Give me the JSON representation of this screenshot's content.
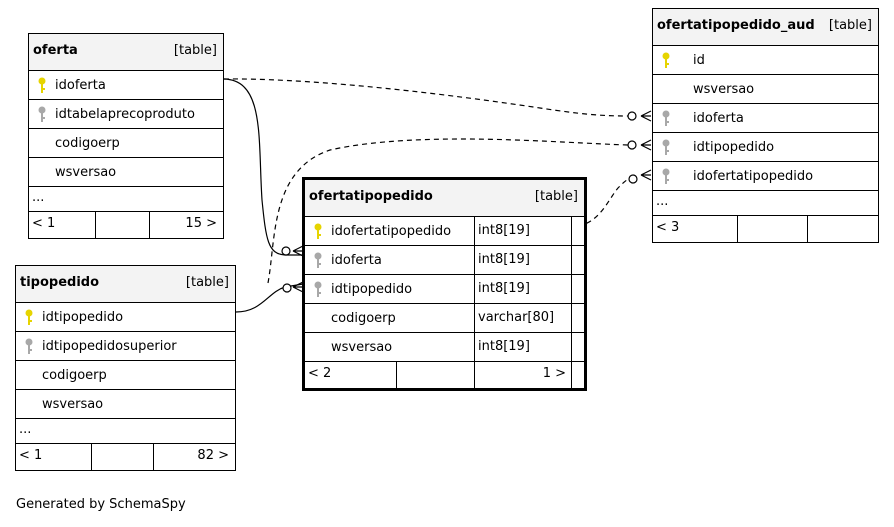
{
  "footer_credit": "Generated by SchemaSpy",
  "tables": {
    "oferta": {
      "name": "oferta",
      "type": "[table]",
      "columns": [
        {
          "name": "idoferta",
          "key": "primary"
        },
        {
          "name": "idtabelaprecoproduto",
          "key": "foreign"
        },
        {
          "name": "codigoerp",
          "key": ""
        },
        {
          "name": "wsversao",
          "key": ""
        }
      ],
      "ellipsis": "...",
      "footer_left": "< 1",
      "footer_right": "15 >"
    },
    "tipopedido": {
      "name": "tipopedido",
      "type": "[table]",
      "columns": [
        {
          "name": "idtipopedido",
          "key": "primary"
        },
        {
          "name": "idtipopedidosuperior",
          "key": "foreign"
        },
        {
          "name": "codigoerp",
          "key": ""
        },
        {
          "name": "wsversao",
          "key": ""
        }
      ],
      "ellipsis": "...",
      "footer_left": "< 1",
      "footer_right": "82 >"
    },
    "ofertatipopedido": {
      "name": "ofertatipopedido",
      "type": "[table]",
      "columns": [
        {
          "name": "idofertatipopedido",
          "key": "primary",
          "datatype": "int8[19]"
        },
        {
          "name": "idoferta",
          "key": "foreign",
          "datatype": "int8[19]"
        },
        {
          "name": "idtipopedido",
          "key": "foreign",
          "datatype": "int8[19]"
        },
        {
          "name": "codigoerp",
          "key": "",
          "datatype": "varchar[80]"
        },
        {
          "name": "wsversao",
          "key": "",
          "datatype": "int8[19]"
        }
      ],
      "footer_left": "< 2",
      "footer_right": "1 >"
    },
    "ofertatipopedido_aud": {
      "name": "ofertatipopedido_aud",
      "type": "[table]",
      "columns": [
        {
          "name": "id",
          "key": "primary"
        },
        {
          "name": "wsversao",
          "key": ""
        },
        {
          "name": "idoferta",
          "key": "foreign"
        },
        {
          "name": "idtipopedido",
          "key": "foreign"
        },
        {
          "name": "idofertatipopedido",
          "key": "foreign"
        }
      ],
      "ellipsis": "...",
      "footer_left": "< 3",
      "footer_right": ""
    }
  },
  "colors": {
    "primary_key": "#e6d400",
    "foreign_key": "#a8a8a8",
    "line": "#000000"
  }
}
